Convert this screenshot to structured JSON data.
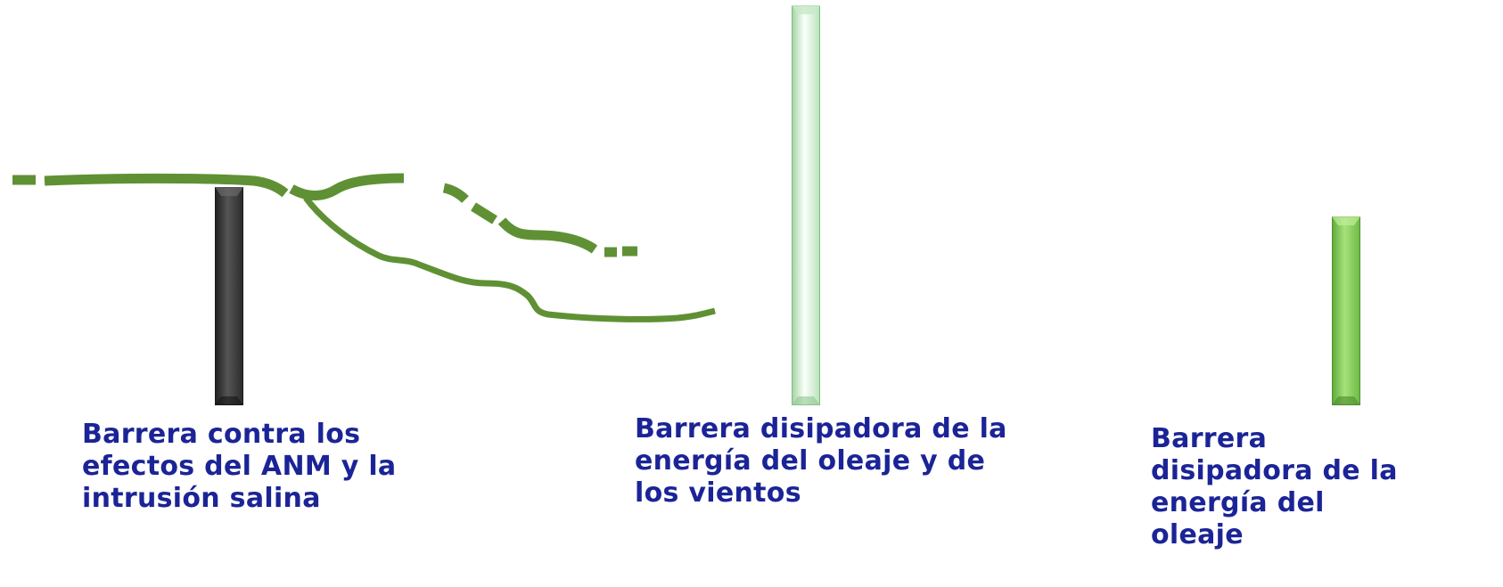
{
  "barriers": [
    {
      "lines": [
        "Barrera contra los",
        "efectos del ANM y la",
        "intrusión salina"
      ],
      "color": "#3a3a3a"
    },
    {
      "lines": [
        "Barrera disipadora de la",
        "energía del oleaje y de",
        "los vientos"
      ],
      "color": "#e9f6ea"
    },
    {
      "lines": [
        "Barrera",
        "disipadora de la",
        "energía del",
        "oleaje"
      ],
      "color": "#8acd55"
    }
  ],
  "colors": {
    "coastline": "#5f9134",
    "label_text": "#1b2496"
  }
}
